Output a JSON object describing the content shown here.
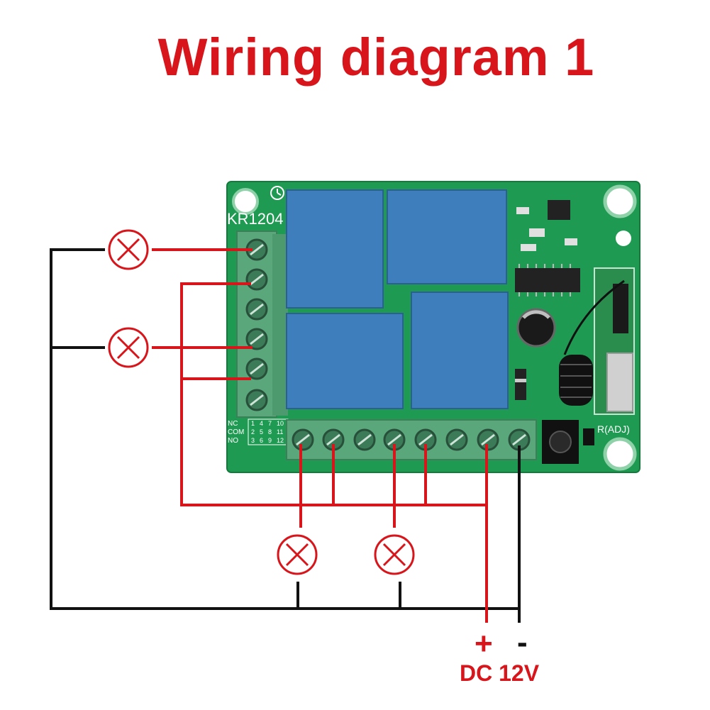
{
  "title": "Wiring diagram 1",
  "board": {
    "model_label": "KR1204",
    "relay_table": {
      "rows": [
        "NC",
        "COM",
        "NO"
      ],
      "cells": [
        [
          "1",
          "4",
          "7",
          "10"
        ],
        [
          "2",
          "5",
          "8",
          "11"
        ],
        [
          "3",
          "6",
          "9",
          "12"
        ]
      ]
    },
    "adj_label": "R(ADJ)"
  },
  "power": {
    "plus": "+",
    "minus": "-",
    "label": "DC 12V"
  },
  "colors": {
    "title": "#d8151b",
    "wire_red": "#d8151b",
    "wire_black": "#111111",
    "pcb_green": "#1f9a52",
    "relay_blue": "#3f7ebd",
    "terminal_green": "#5aa77c"
  },
  "icons": [
    "lamp-icon",
    "lamp-icon",
    "lamp-icon",
    "lamp-icon"
  ]
}
